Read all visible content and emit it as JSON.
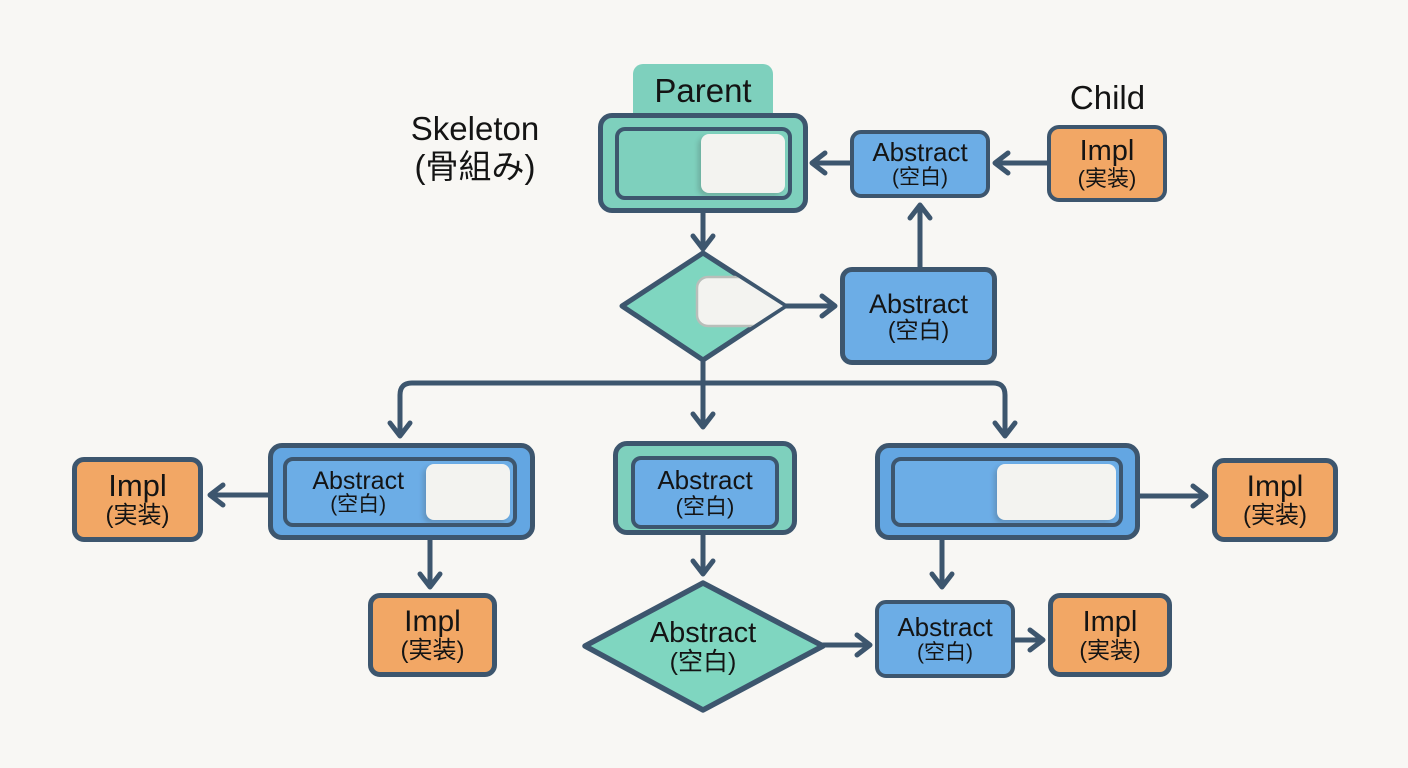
{
  "title": "Template Method pattern diagram",
  "colors": {
    "background": "#f8f7f4",
    "teal": "#7ed0bd",
    "blue": "#6cade6",
    "orange": "#f2a765",
    "border": "#3d566e",
    "arrow": "#3d566e",
    "white_panel": "#f3f3f0",
    "text": "#141414"
  },
  "labels": {
    "skeleton": {
      "line1": "Skeleton",
      "line2": "(骨組み)"
    },
    "parent": "Parent",
    "child": "Child"
  },
  "nodes": {
    "top_abstract": {
      "title": "Abstract",
      "subtitle": "(空白)"
    },
    "top_impl": {
      "title": "Impl",
      "subtitle": "(実装)"
    },
    "mid_abstract": {
      "title": "Abstract",
      "subtitle": "(空白)"
    },
    "left_abstract": {
      "title": "Abstract",
      "subtitle": "(空白)"
    },
    "left_impl": {
      "title": "Impl",
      "subtitle": "(実装)"
    },
    "left_child_impl": {
      "title": "Impl",
      "subtitle": "(実装)"
    },
    "mid_inner_abstract": {
      "title": "Abstract",
      "subtitle": "(空白)"
    },
    "decision_abstract": {
      "title": "Abstract",
      "subtitle": "(空白)"
    },
    "bottom_abstract": {
      "title": "Abstract",
      "subtitle": "(空白)"
    },
    "bottom_impl": {
      "title": "Impl",
      "subtitle": "(実装)"
    },
    "right_impl": {
      "title": "Impl",
      "subtitle": "(実装)"
    }
  },
  "edges": [
    {
      "from": "top_impl",
      "to": "top_abstract"
    },
    {
      "from": "top_abstract",
      "to": "parent_skeleton"
    },
    {
      "from": "mid_abstract",
      "to": "top_abstract"
    },
    {
      "from": "decision_1",
      "to": "mid_abstract"
    },
    {
      "from": "parent_skeleton",
      "to": "decision_1"
    },
    {
      "from": "decision_1",
      "to": "left_container"
    },
    {
      "from": "decision_1",
      "to": "mid_container"
    },
    {
      "from": "decision_1",
      "to": "right_container"
    },
    {
      "from": "left_container",
      "to": "left_impl"
    },
    {
      "from": "left_container",
      "to": "left_child_impl"
    },
    {
      "from": "mid_container",
      "to": "decision_abstract"
    },
    {
      "from": "decision_abstract",
      "to": "bottom_abstract"
    },
    {
      "from": "right_container",
      "to": "bottom_abstract"
    },
    {
      "from": "bottom_abstract",
      "to": "bottom_impl"
    },
    {
      "from": "right_container",
      "to": "right_impl"
    }
  ]
}
